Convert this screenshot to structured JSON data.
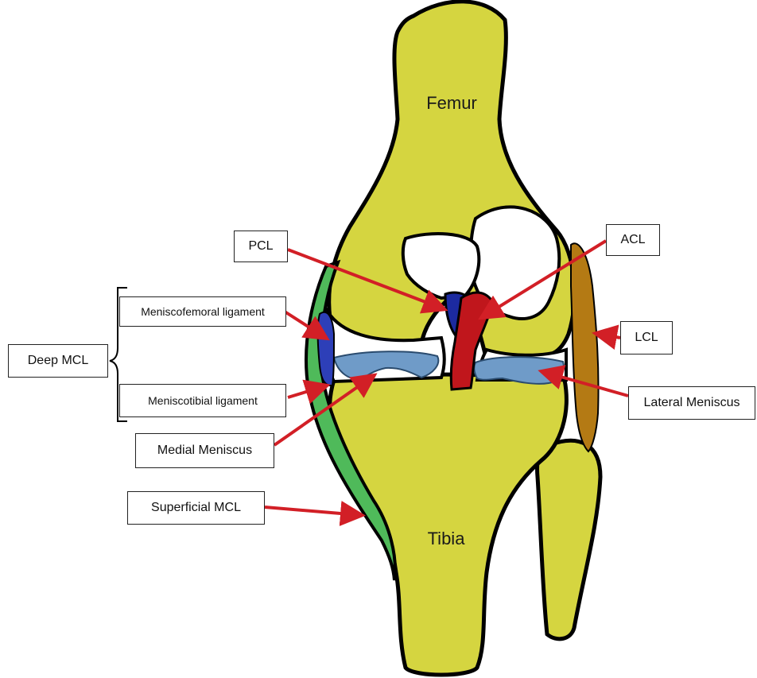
{
  "diagram": {
    "colors": {
      "bone": "#d5d540",
      "outline": "#000000",
      "superficial_mcl": "#4fba5a",
      "deep_mcl": "#2d3fb8",
      "pcl": "#1c2aa0",
      "acl": "#c0161c",
      "meniscus": "#6f9bc8",
      "lcl": "#b47a14",
      "arrow": "#d21f26"
    },
    "bones": {
      "femur": "Femur",
      "tibia": "Tibia"
    },
    "labels": {
      "pcl": "PCL",
      "acl": "ACL",
      "lcl": "LCL",
      "meniscofemoral": "Meniscofemoral ligament",
      "meniscotibial": "Meniscotibial ligament",
      "deep_mcl": "Deep MCL",
      "medial_meniscus": "Medial Meniscus",
      "lateral_meniscus": "Lateral Meniscus",
      "superficial_mcl": "Superficial MCL"
    }
  }
}
